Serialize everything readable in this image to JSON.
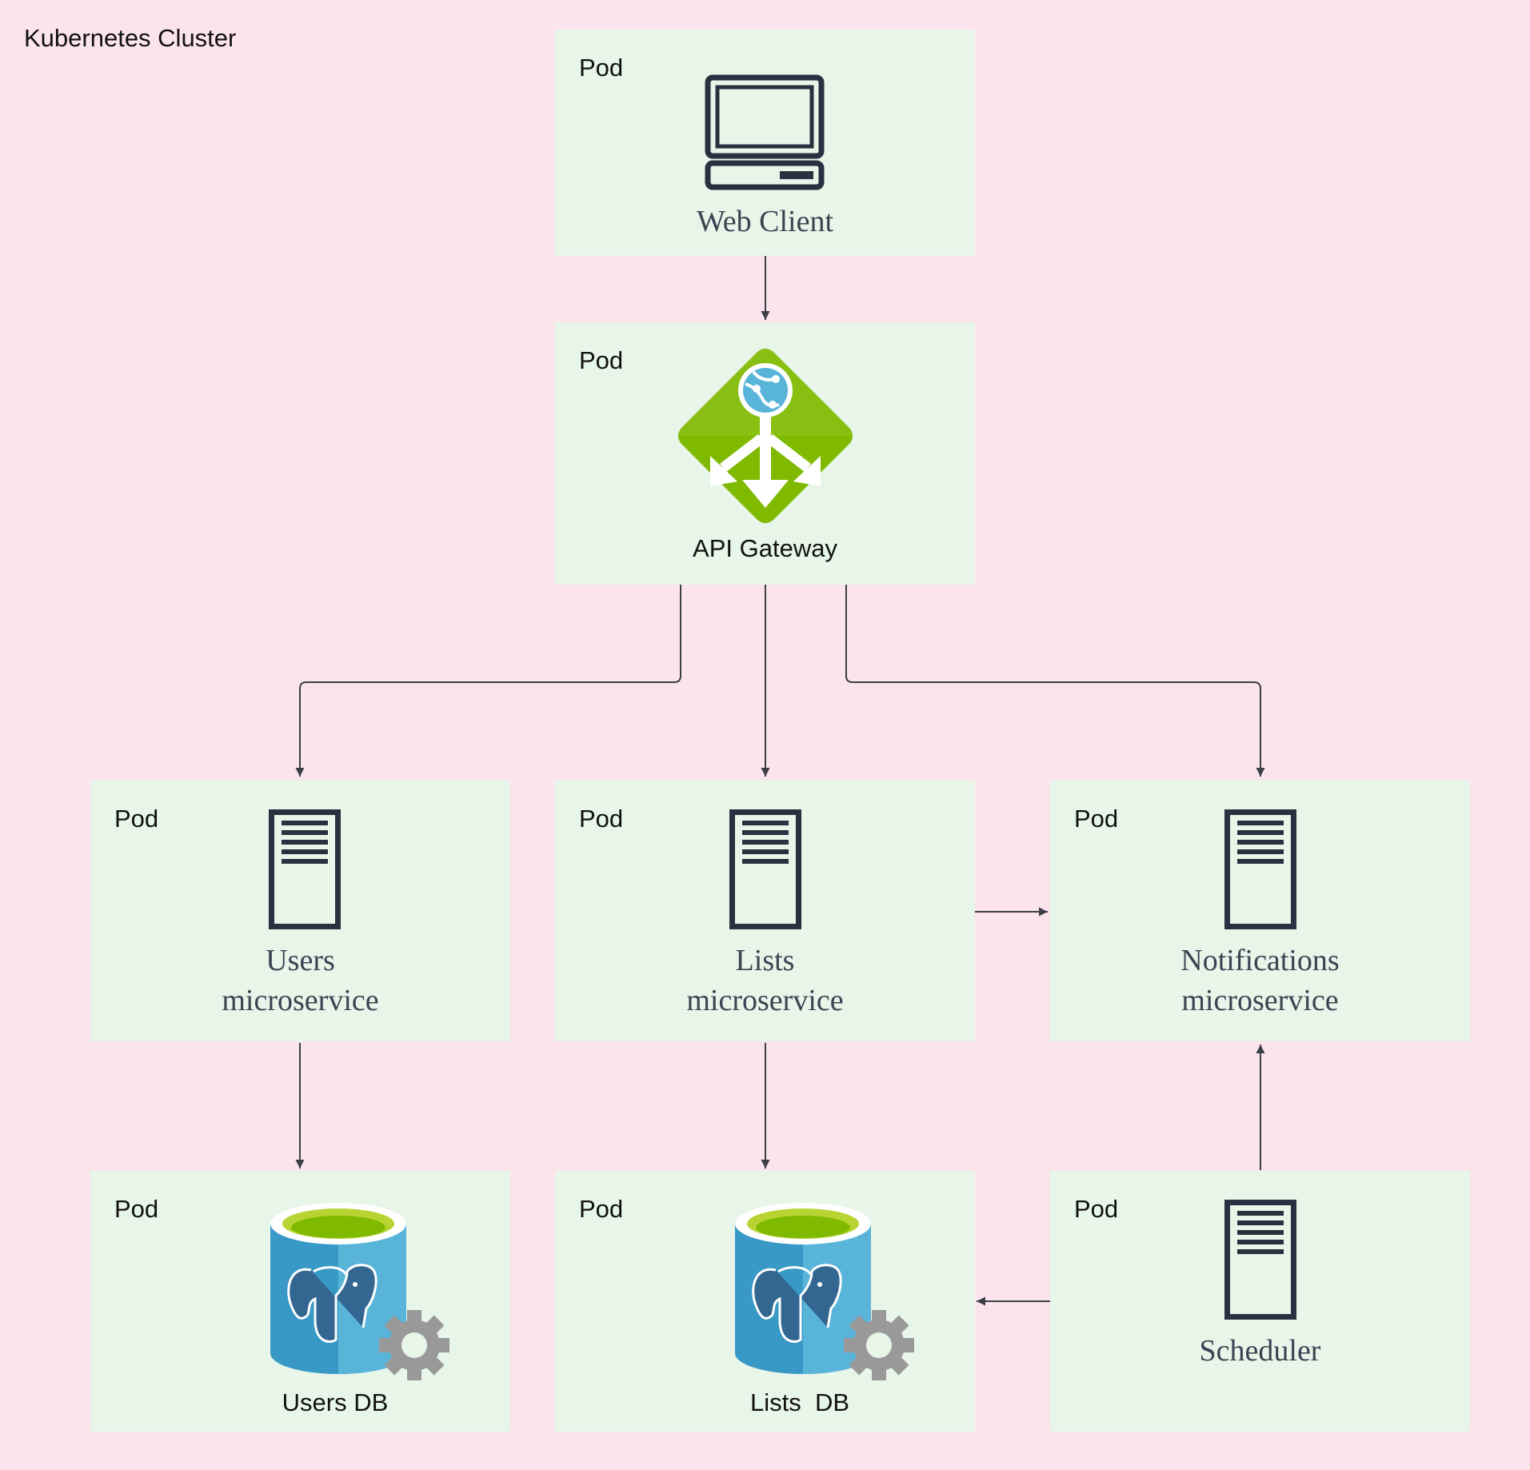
{
  "cluster": {
    "label": "Kubernetes Cluster"
  },
  "pod_label": "Pod",
  "pods": {
    "web_client": {
      "label": "Web Client"
    },
    "api_gateway": {
      "label": "API Gateway"
    },
    "users_service": {
      "label_line1": "Users",
      "label_line2": "microservice"
    },
    "lists_service": {
      "label_line1": "Lists",
      "label_line2": "microservice"
    },
    "notifications_service": {
      "label_line1": "Notifications",
      "label_line2": "microservice"
    },
    "users_db": {
      "label": "Users DB"
    },
    "lists_db": {
      "label": "Lists  DB"
    },
    "scheduler": {
      "label": "Scheduler"
    }
  },
  "icons": {
    "web_client": "computer-icon",
    "api_gateway": "api-gateway-icon",
    "services": "server-icon",
    "databases": "postgresql-database-icon"
  },
  "colors": {
    "cluster_background": "#fce4ec",
    "pod_background": "#e8f5e9",
    "icon_dark": "#27313f",
    "gateway_green": "#7fba00",
    "db_blue": "#3999c6",
    "db_top": "#b8d432",
    "gear_gray": "#999999",
    "connector": "#3c3f47"
  }
}
